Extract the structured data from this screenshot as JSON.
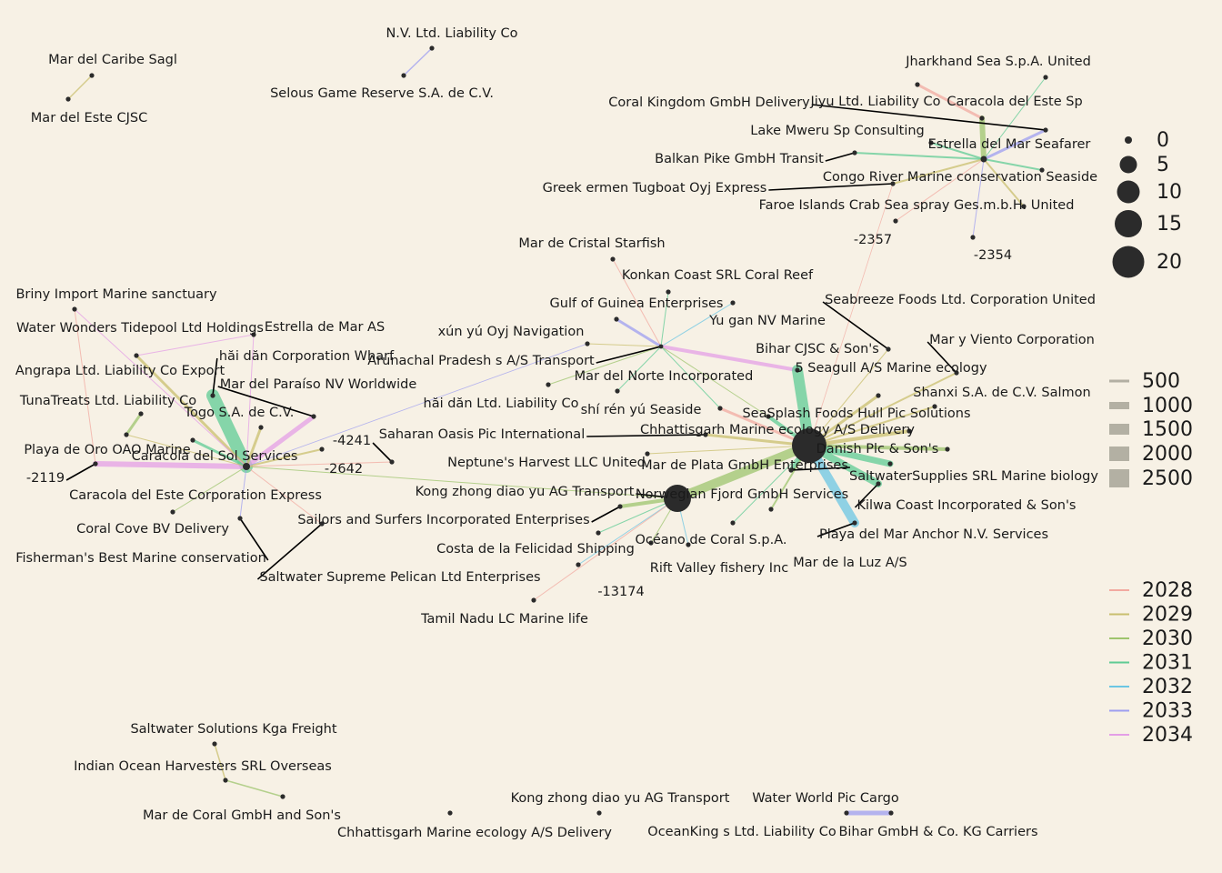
{
  "colors": {
    "background": "#f7f1e5",
    "node": "#2b2b2b",
    "pointer": "#000000",
    "year_2028": "#f2aaa0",
    "year_2029": "#c9bf6e",
    "year_2030": "#9ec46d",
    "year_2031": "#5fcb94",
    "year_2032": "#6cc6e3",
    "year_2033": "#9e9ef0",
    "year_2034": "#e49fe6",
    "weight_key": "#b3b0a3"
  },
  "legend_size": {
    "values": [
      "0",
      "5",
      "10",
      "15",
      "20"
    ]
  },
  "legend_weight": {
    "values": [
      "500",
      "1000",
      "1500",
      "2000",
      "2500"
    ]
  },
  "legend_year": {
    "values": [
      "2028",
      "2029",
      "2030",
      "2031",
      "2032",
      "2033",
      "2034"
    ]
  },
  "nodes": [
    {
      "id": "hub_a",
      "label": "Danish  Plc & Son's",
      "degree": 22
    },
    {
      "id": "hub_b",
      "label": "Norwegian Fjord  GmbH Services",
      "degree": 8
    },
    {
      "id": "hub_c",
      "label": "Caracola del Sol Services",
      "degree": 2
    },
    {
      "id": "hub_d",
      "label": "Arunachal Pradesh s A/S Transport",
      "degree": 1
    },
    {
      "id": "hub_e",
      "label": "Estrella del Mar Seafarer",
      "degree": 1
    }
  ],
  "labels": [
    "Mar del Caribe Sagl",
    "Mar del Este CJSC",
    "N.V. Ltd. Liability Co",
    "Selous Game Reserve  S.A. de C.V.",
    "Jharkhand Sea  S.p.A. United",
    "Coral Kingdom GmbH Delivery",
    "Jiyu  Ltd. Liability Co",
    "Caracola del Este Sp",
    "Lake Mweru  Sp Consulting",
    "Estrella del Mar Seafarer",
    "Balkan Pike GmbH Transit",
    "Congo River  Marine conservation Seaside",
    "Greek ermen Tugboat Oyj Express",
    "Faroe Islands Crab Sea spray Ges.m.b.H. United",
    "-2357",
    "-2354",
    "Mar de Cristal Starfish",
    "Konkan Coast  SRL Coral Reef",
    "Gulf of Guinea   Enterprises",
    "Yu gan  NV Marine",
    "Seabreeze Foods Ltd. Corporation United",
    "xún yú Oyj Navigation",
    "Bihar   CJSC & Son's",
    "Mar y Viento Corporation",
    "Arunachal Pradesh s A/S Transport",
    "5 Seagull A/S Marine ecology",
    "Mar del Norte Incorporated",
    "Shanxi S.A. de C.V. Salmon",
    "hăi dăn Ltd. Liability Co",
    "shí rén yú Seaside",
    "SeaSplash Foods Hull Pic Solutions",
    "Chhattisgarh   Marine ecology A/S Delivery",
    "Danish  Plc & Son's",
    "Saharan Oasis  Pic International",
    "Neptune's Harvest LLC United",
    "Mar de Plata GmbH Enterprises",
    "SaltwaterSupplies SRL Marine biology",
    "Kong zhong diao yu  AG Transport",
    "Norwegian Fjord  GmbH Services",
    "Kilwa Coast  Incorporated & Son's",
    "Sailors and Surfers Incorporated Enterprises",
    "Playa del Mar Anchor N.V. Services",
    "Costa de la Felicidad Shipping",
    "Océano de Coral S.p.A.",
    "Rift Valley fishery Inc",
    "Mar de la Luz A/S",
    "-13174",
    "Tamil Nadu   LC Marine life",
    "Briny Import Marine sanctuary",
    "Water Wonders Tidepool Ltd Holdings",
    "Estrella de Mar AS",
    "hăi dăn Corporation Wharf",
    "Angrapa Ltd. Liability Co Export",
    "Mar del Paraíso NV Worldwide",
    "TunaTreats Ltd. Liability Co",
    "Togo  S.A. de C.V.",
    "-4241",
    "Playa de Oro OAO Marine",
    "Caracola del Sol Services",
    "-2642",
    "-2119",
    "Caracola del Este Corporation Express",
    "Coral Cove BV Delivery",
    "Fisherman's Best Marine conservation",
    "Saltwater Supreme Pelican Ltd Enterprises",
    "Saltwater Solutions Kga Freight",
    "Indian Ocean Harvesters SRL Overseas",
    "Mar de Coral GmbH and Son's",
    "Kong zhong diao yu  AG Transport",
    "Chhattisgarh   Marine ecology A/S Delivery",
    "Water World Pic Cargo",
    "OceanKing s Ltd. Liability Co",
    "Bihar  GmbH & Co. KG Carriers"
  ]
}
